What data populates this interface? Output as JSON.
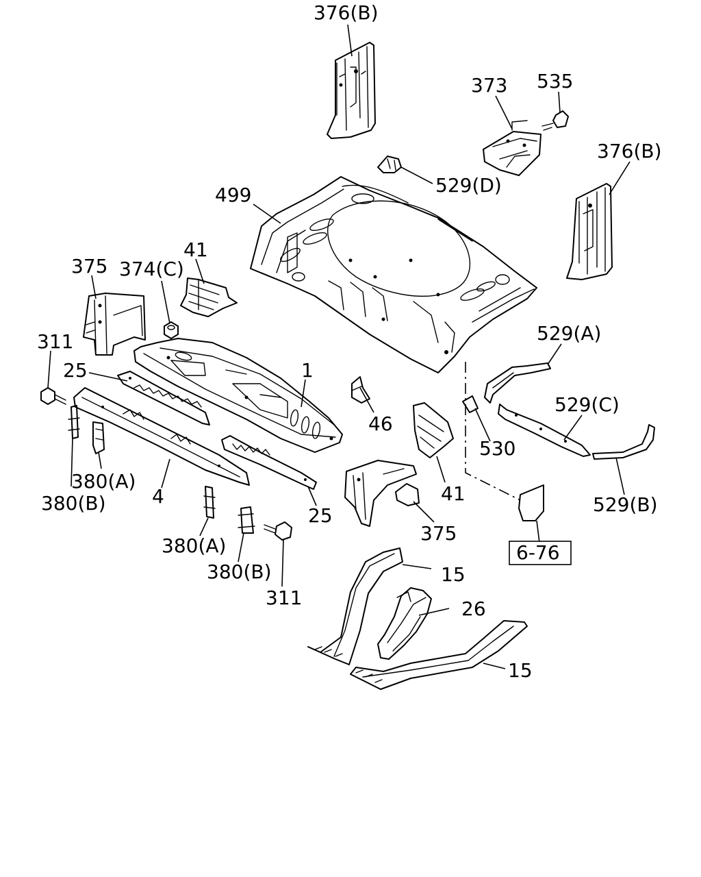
{
  "labels": {
    "l376b_top": "376(B)",
    "l373": "373",
    "l535": "535",
    "l376b_right": "376(B)",
    "l529d": "529(D)",
    "l499": "499",
    "l375_left": "375",
    "l374c": "374(C)",
    "l41_left": "41",
    "l311_left": "311",
    "l25_left": "25",
    "l1": "1",
    "l529a": "529(A)",
    "l529c": "529(C)",
    "l46": "46",
    "l530": "530",
    "l380a_left": "380(A)",
    "l380b_left": "380(B)",
    "l4": "4",
    "l41_right": "41",
    "l25_right": "25",
    "l375_right": "375",
    "l529b": "529(B)",
    "l380a_mid": "380(A)",
    "l380b_mid": "380(B)",
    "l311_mid": "311",
    "l15_top": "15",
    "l26": "26",
    "l15_bottom": "15"
  },
  "reference": {
    "page_ref": "6-76"
  }
}
